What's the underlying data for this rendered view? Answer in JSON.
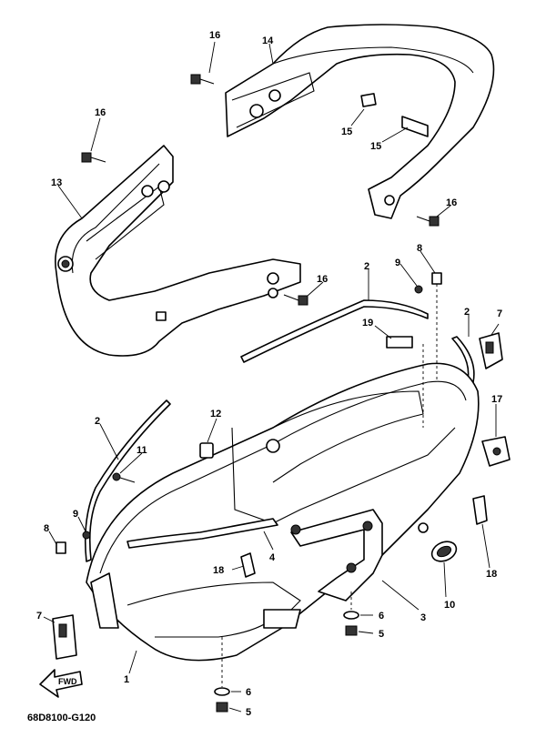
{
  "diagram": {
    "code": "68D8100-G120",
    "fwd_label": "FWD",
    "callouts": {
      "c1": "1",
      "c2a": "2",
      "c2b": "2",
      "c2c": "2",
      "c3": "3",
      "c4": "4",
      "c5a": "5",
      "c5b": "5",
      "c6a": "6",
      "c6b": "6",
      "c7a": "7",
      "c7b": "7",
      "c8a": "8",
      "c8b": "8",
      "c9a": "9",
      "c9b": "9",
      "c10": "10",
      "c11": "11",
      "c12": "12",
      "c13": "13",
      "c14": "14",
      "c15a": "15",
      "c15b": "15",
      "c16a": "16",
      "c16b": "16",
      "c16c": "16",
      "c16d": "16",
      "c17": "17",
      "c18a": "18",
      "c18b": "18",
      "c19": "19"
    }
  }
}
